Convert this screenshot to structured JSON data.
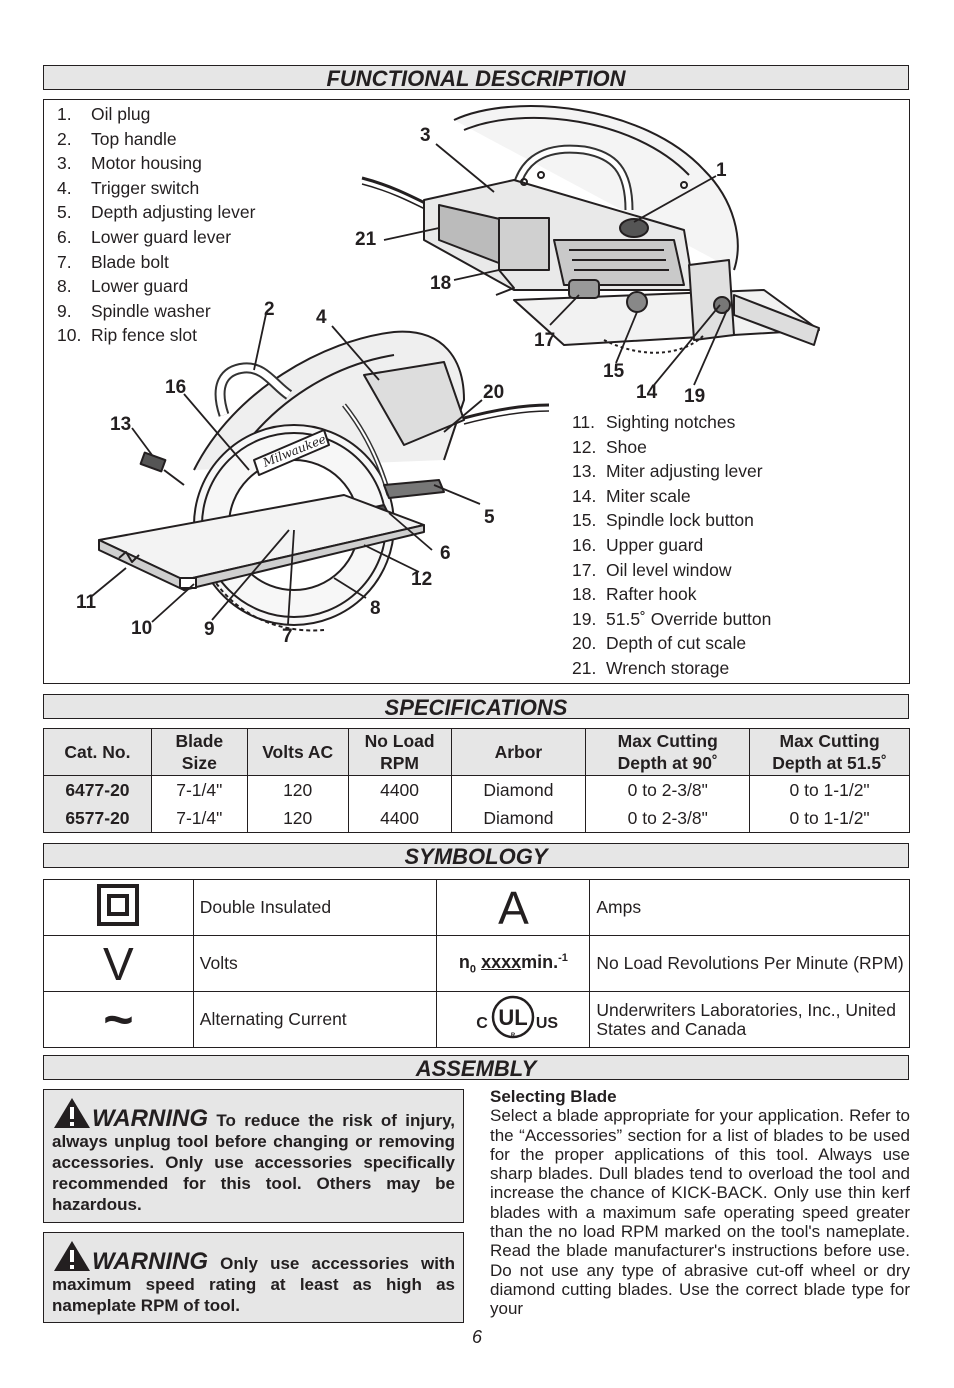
{
  "functional": {
    "title": "FUNCTIONAL DESCRIPTION",
    "items_left": [
      {
        "num": "1.",
        "text": "Oil plug"
      },
      {
        "num": "2.",
        "text": "Top handle"
      },
      {
        "num": "3.",
        "text": "Motor housing"
      },
      {
        "num": "4.",
        "text": "Trigger switch"
      },
      {
        "num": "5.",
        "text": "Depth adjusting lever"
      },
      {
        "num": "6.",
        "text": "Lower guard lever"
      },
      {
        "num": "7.",
        "text": "Blade bolt"
      },
      {
        "num": "8.",
        "text": "Lower guard"
      },
      {
        "num": "9.",
        "text": "Spindle washer"
      },
      {
        "num": "10.",
        "text": "Rip fence slot"
      }
    ],
    "items_right": [
      {
        "num": "11.",
        "text": "Sighting notches"
      },
      {
        "num": "12.",
        "text": "Shoe"
      },
      {
        "num": "13.",
        "text": "Miter adjusting lever"
      },
      {
        "num": "14.",
        "text": "Miter scale"
      },
      {
        "num": "15.",
        "text": "Spindle lock button"
      },
      {
        "num": "16.",
        "text": "Upper guard"
      },
      {
        "num": "17.",
        "text": "Oil level window"
      },
      {
        "num": "18.",
        "text": "Rafter hook"
      },
      {
        "num": "19.",
        "text": "51.5˚ Override button"
      },
      {
        "num": "20.",
        "text": "Depth of cut scale"
      },
      {
        "num": "21.",
        "text": "Wrench storage"
      }
    ],
    "callouts": {
      "c1": "1",
      "c2": "2",
      "c3": "3",
      "c4": "4",
      "c5": "5",
      "c6": "6",
      "c7": "7",
      "c8": "8",
      "c9": "9",
      "c10": "10",
      "c11": "11",
      "c12": "12",
      "c13": "13",
      "c14": "14",
      "c15": "15",
      "c16": "16",
      "c17": "17",
      "c18": "18",
      "c19": "19",
      "c20": "20",
      "c21": "21"
    },
    "saw_logo": "Milwaukee"
  },
  "specifications": {
    "title": "SPECIFICATIONS",
    "headers": {
      "cat_no": "Cat. No.",
      "blade_size_1": "Blade",
      "blade_size_2": "Size",
      "volts": "Volts AC",
      "rpm_1": "No Load",
      "rpm_2": "RPM",
      "arbor": "Arbor",
      "depth90_1": "Max Cutting",
      "depth90_2": "Depth at 90˚",
      "depth515_1": "Max Cutting",
      "depth515_2": "Depth at 51.5˚"
    },
    "rows": [
      {
        "cat_no": "6477-20",
        "blade_size": "7-1/4\"",
        "volts": "120",
        "rpm": "4400",
        "arbor": "Diamond",
        "depth90": "0 to 2-3/8\"",
        "depth515": "0 to 1-1/2\""
      },
      {
        "cat_no": "6577-20",
        "blade_size": "7-1/4\"",
        "volts": "120",
        "rpm": "4400",
        "arbor": "Diamond",
        "depth90": "0 to 2-3/8\"",
        "depth515": "0 to 1-1/2\""
      }
    ]
  },
  "symbology": {
    "title": "SYMBOLOGY",
    "double_insulated": "Double Insulated",
    "amps_symbol": "A",
    "amps": "Amps",
    "volts_symbol": "V",
    "volts": "Volts",
    "rpm_symbol_n": "n",
    "rpm_symbol_sub": "0",
    "rpm_symbol_x": "xxxx",
    "rpm_symbol_unit": "min.",
    "rpm_symbol_exp": "-1",
    "rpm": "No Load Revolutions Per Minute (RPM)",
    "ac_symbol": "~",
    "ac": "Alternating Current",
    "ul_c": "C",
    "ul_mark": "UL",
    "ul_r": "R",
    "ul_us": "US",
    "ul": "Underwriters Laboratories, Inc., United States and Canada"
  },
  "assembly": {
    "title": "ASSEMBLY",
    "warning_word": "WARNING",
    "warning1": "To reduce the risk of injury, always unplug tool before changing or removing accessories. Only use accessories specifically recommended for this tool. Others may be hazardous.",
    "warning2": "Only use accessories with maximum speed rating at least as high as nameplate RPM of tool.",
    "selecting_title": "Selecting Blade",
    "selecting_text": "Select a blade appropriate for your application. Refer to the “Accessories” section for a list of blades to be used for the proper applications of this tool. Always use sharp blades. Dull blades tend to overload the tool and increase the chance of KICK-BACK. Only use thin kerf blades with a maximum safe operating speed greater than the no load RPM marked on the tool's nameplate. Read the blade manufacturer's instructions before use. Do not use any type of abrasive cut-off wheel or dry diamond cutting blades. Use the correct blade type for your"
  },
  "page_number": "6"
}
